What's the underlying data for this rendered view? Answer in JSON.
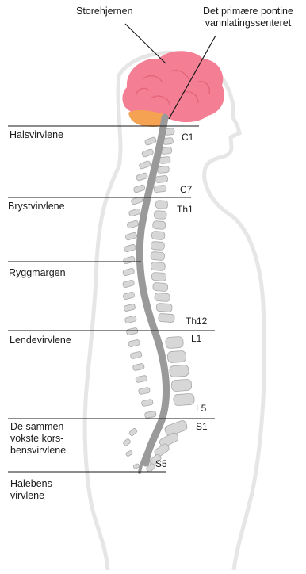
{
  "labels": {
    "brain": "Storehjernen",
    "pontine_line1": "Det primære pontine",
    "pontine_line2": "vannlatingssenteret",
    "cervical": "Halsvirvlene",
    "thoracic": "Brystvirvlene",
    "spinal_cord": "Ryggmargen",
    "lumbar": "Lendevirvlene",
    "sacral_line1": "De sammen-",
    "sacral_line2": "vokste kors-",
    "sacral_line3": "bensvirvlene",
    "coccyx_line1": "Halebens-",
    "coccyx_line2": "virvlene"
  },
  "levels": {
    "c1": "C1",
    "c7": "C7",
    "th1": "Th1",
    "th12": "Th12",
    "l1": "L1",
    "l5": "L5",
    "s1": "S1",
    "s5": "S5"
  },
  "colors": {
    "brain": "#f47f94",
    "brain_fold": "#e46579",
    "cerebellum": "#f5a352",
    "body_outline": "#e6e6e6",
    "spinal_cord": "#9a9a9a",
    "vertebra": "#d7d7d7",
    "vertebra_edge": "#a8a8a8",
    "line": "#1a1a1a"
  }
}
